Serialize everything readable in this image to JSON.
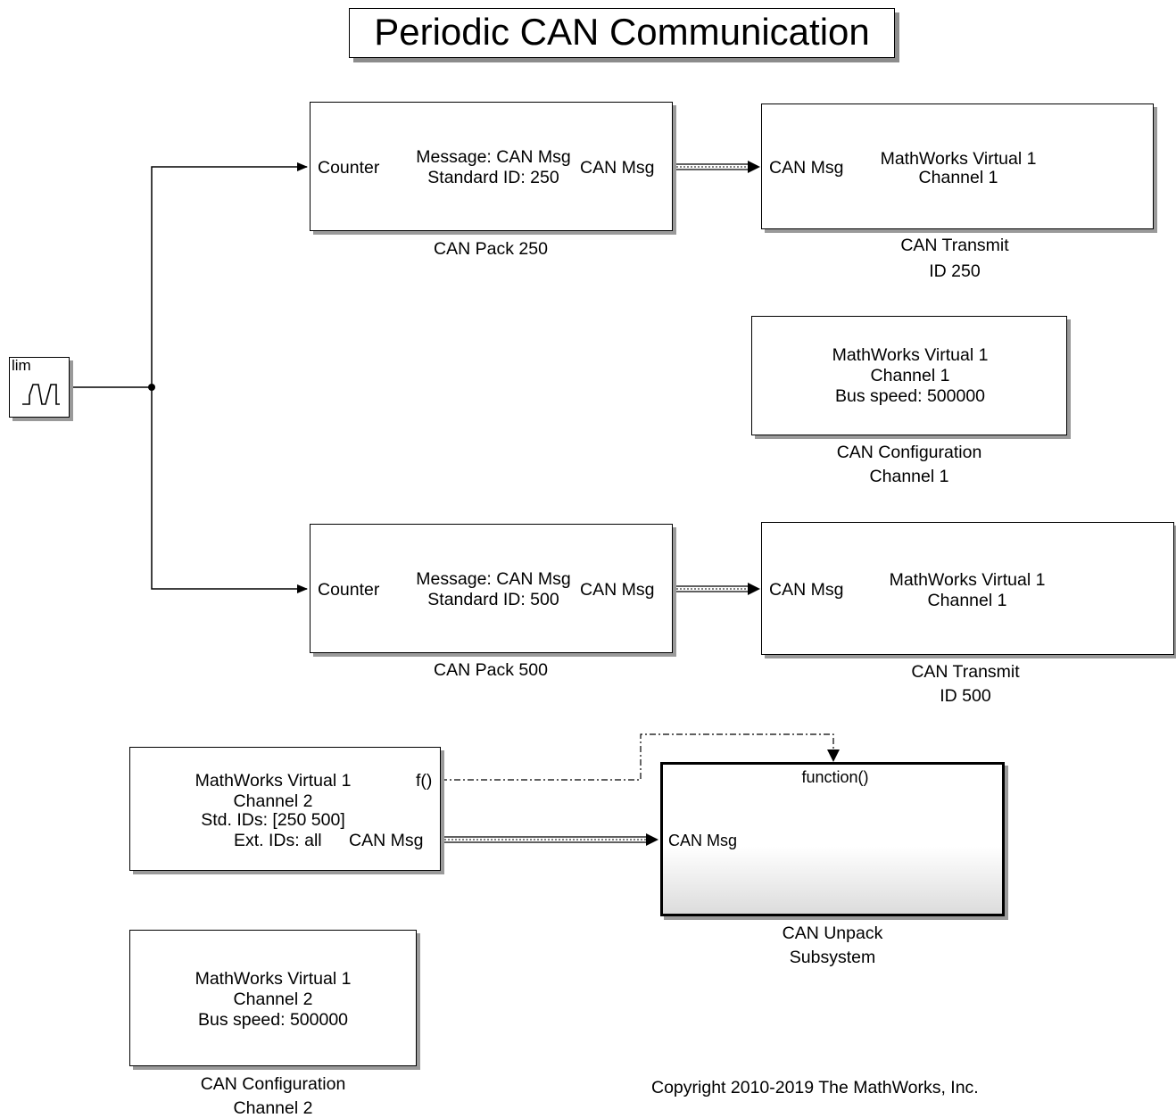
{
  "title": "Periodic CAN Communication",
  "counter_block": {
    "label": "lim"
  },
  "can_pack_250": {
    "in_port": "Counter",
    "message": "Message: CAN Msg",
    "id": "Standard ID: 250",
    "out_port": "CAN Msg",
    "name": "CAN Pack 250"
  },
  "can_transmit_250": {
    "in_port": "CAN Msg",
    "device": "MathWorks Virtual 1",
    "channel": "Channel 1",
    "name_line1": "CAN Transmit",
    "name_line2": "ID 250"
  },
  "can_config_1": {
    "device": "MathWorks Virtual 1",
    "channel": "Channel 1",
    "bus_speed": "Bus speed: 500000",
    "name_line1": "CAN Configuration",
    "name_line2": "Channel 1"
  },
  "can_pack_500": {
    "in_port": "Counter",
    "message": "Message: CAN Msg",
    "id": "Standard ID: 500",
    "out_port": "CAN Msg",
    "name": "CAN Pack 500"
  },
  "can_transmit_500": {
    "in_port": "CAN Msg",
    "device": "MathWorks Virtual 1",
    "channel": "Channel 1",
    "name_line1": "CAN Transmit",
    "name_line2": "ID 500"
  },
  "can_receive": {
    "device": "MathWorks Virtual 1",
    "channel": "Channel 2",
    "std_ids": "Std. IDs: [250 500]",
    "ext_ids": "Ext. IDs: all",
    "fcn_port": "f()",
    "out_port": "CAN Msg"
  },
  "unpack_subsystem": {
    "trigger_port": "function()",
    "in_port": "CAN Msg",
    "name_line1": "CAN Unpack",
    "name_line2": "Subsystem"
  },
  "can_config_2": {
    "device": "MathWorks Virtual 1",
    "channel": "Channel 2",
    "bus_speed": "Bus speed: 500000",
    "name_line1": "CAN Configuration",
    "name_line2": "Channel 2"
  },
  "copyright": "Copyright 2010-2019 The MathWorks, Inc."
}
